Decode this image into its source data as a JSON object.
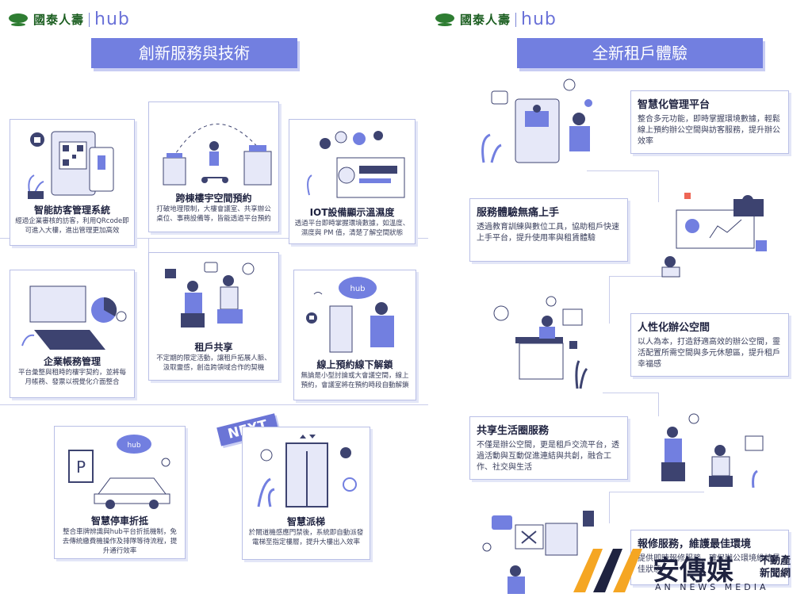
{
  "left": {
    "logo": {
      "brand": "國泰人壽",
      "hub": "hub"
    },
    "banner": "創新服務與技術",
    "next_badge": "NEXT",
    "cards": [
      {
        "title": "智能訪客管理系統",
        "desc": "經過企業審核的訪客，利用QRcode即可進入大樓，進出管理更加高效"
      },
      {
        "title": "跨棟樓宇空間預約",
        "desc": "打破地理限制，大樓會議室、共享辦公桌位、事務設備等，皆能透過平台預約"
      },
      {
        "title": "IOT設備顯示溫濕度",
        "desc": "透過平台即時掌握環境數據，如溫度、濕度與 PM 值，清楚了解空間狀態"
      },
      {
        "title": "企業帳務管理",
        "desc": "平台彙整與租時的樓宇契約，並將每月帳務、發票以視覺化介面整合"
      },
      {
        "title": "租戶共享",
        "desc": "不定期的限定活動，讓租戶拓展人脈、汲取靈感，創造跨領域合作的契機"
      },
      {
        "title": "線上預約線下解鎖",
        "desc": "無論是小型討論或大會議空間，線上預約，會議室將在預約時段自動解鎖"
      },
      {
        "title": "智慧停車折抵",
        "desc": "整合車牌辨識與hub平台折抵機制，免去傳統繳費機操作及排隊等待流程，提升通行效率"
      },
      {
        "title": "智慧派梯",
        "desc": "於閘道機感應門禁後，系統即自動派發電梯至指定樓層，提升大樓出入效率"
      }
    ],
    "icons": {
      "parking": "P",
      "hub_cloud": "hub"
    }
  },
  "right": {
    "logo": {
      "brand": "國泰人壽",
      "hub": "hub"
    },
    "banner": "全新租戶體驗",
    "cards": [
      {
        "title": "智慧化管理平台",
        "desc": "整合多元功能，即時掌握環境數據，輕鬆線上預約辦公空間與訪客服務，提升辦公效率"
      },
      {
        "title": "服務體驗無痛上手",
        "desc": "透過教育訓練與數位工具，協助租戶快速上手平台，提升使用率與租賃體驗"
      },
      {
        "title": "人性化辦公空間",
        "desc": "以人為本，打造舒適高效的辦公空間，靈活配置所需空間與多元休憩區，提升租戶幸福感"
      },
      {
        "title": "共享生活圈服務",
        "desc": "不僅是辦公空間，更是租戶交流平台，透過活動與互動促進連結與共創，融合工作、社交與生活"
      },
      {
        "title": "報修服務，維護最佳環境",
        "desc": "提供即時報修服務，確保辦公環境維持最佳狀態"
      }
    ]
  },
  "watermark": {
    "main": "安傳媒",
    "side1": "不動產",
    "side2": "新聞網",
    "sub": "AN NEWS MEDIA"
  },
  "colors": {
    "accent": "#727fe0",
    "brand_green": "#1b5e20",
    "card_border": "#b9bfe6",
    "watermark_orange": "#f5a623"
  }
}
